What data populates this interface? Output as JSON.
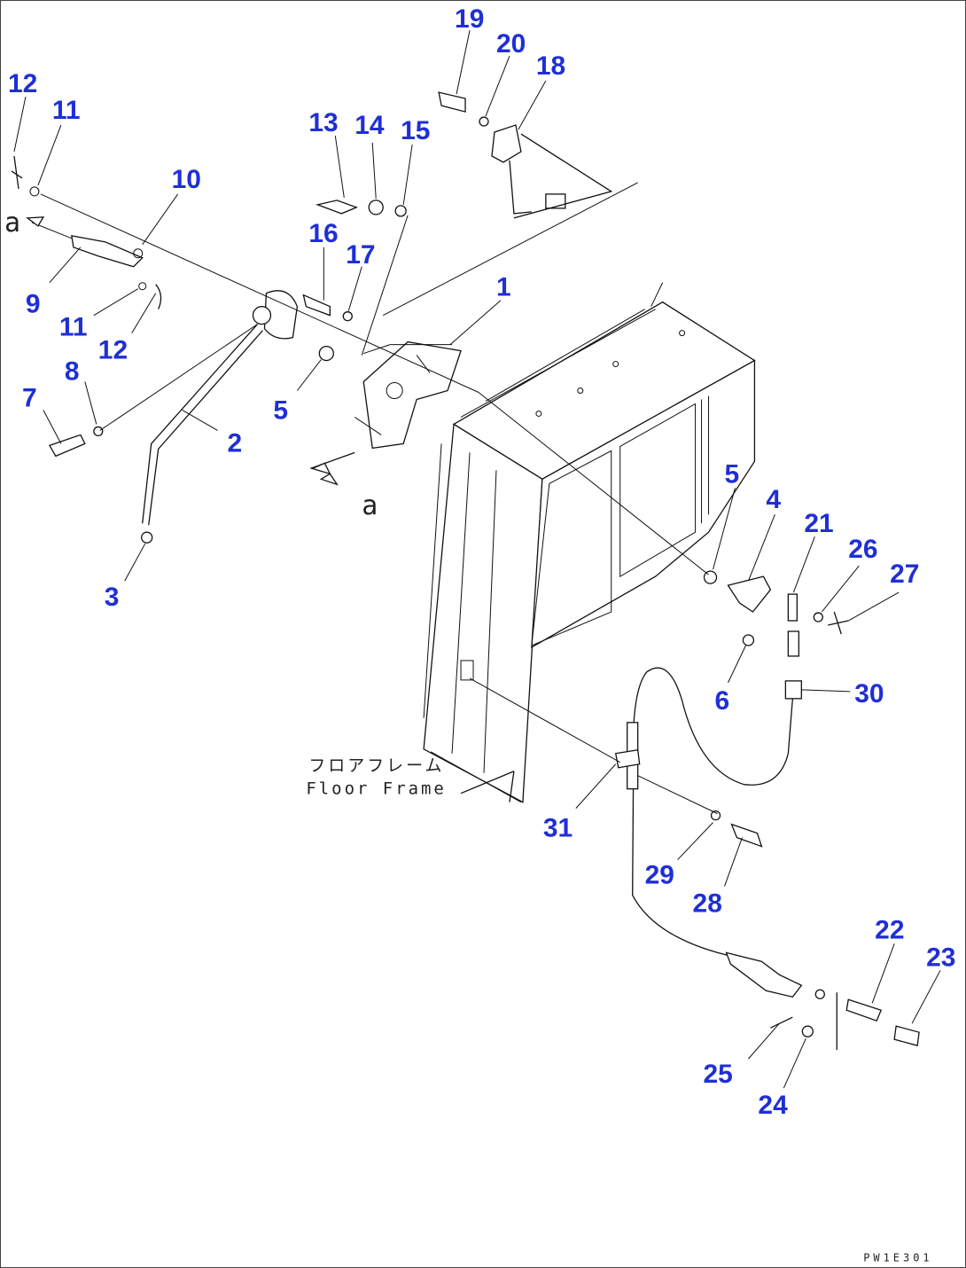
{
  "callouts": {
    "c1": "1",
    "c2": "2",
    "c3": "3",
    "c4": "4",
    "c5a": "5",
    "c5b": "5",
    "c6": "6",
    "c7": "7",
    "c8": "8",
    "c9": "9",
    "c10": "10",
    "c11a": "11",
    "c11b": "11",
    "c12a": "12",
    "c12b": "12",
    "c13": "13",
    "c14": "14",
    "c15": "15",
    "c16": "16",
    "c17": "17",
    "c18": "18",
    "c19": "19",
    "c20": "20",
    "c21": "21",
    "c22": "22",
    "c23": "23",
    "c24": "24",
    "c25": "25",
    "c26": "26",
    "c27": "27",
    "c28": "28",
    "c29": "29",
    "c30": "30",
    "c31": "31"
  },
  "view_marks": {
    "a_top": "a",
    "a_mid": "a"
  },
  "floor_frame": {
    "japanese": "フロアフレーム",
    "english": "Floor Frame"
  },
  "drawing_code": "PW1E301",
  "colors": {
    "callout": "#1f2fd6",
    "line": "#111111"
  }
}
